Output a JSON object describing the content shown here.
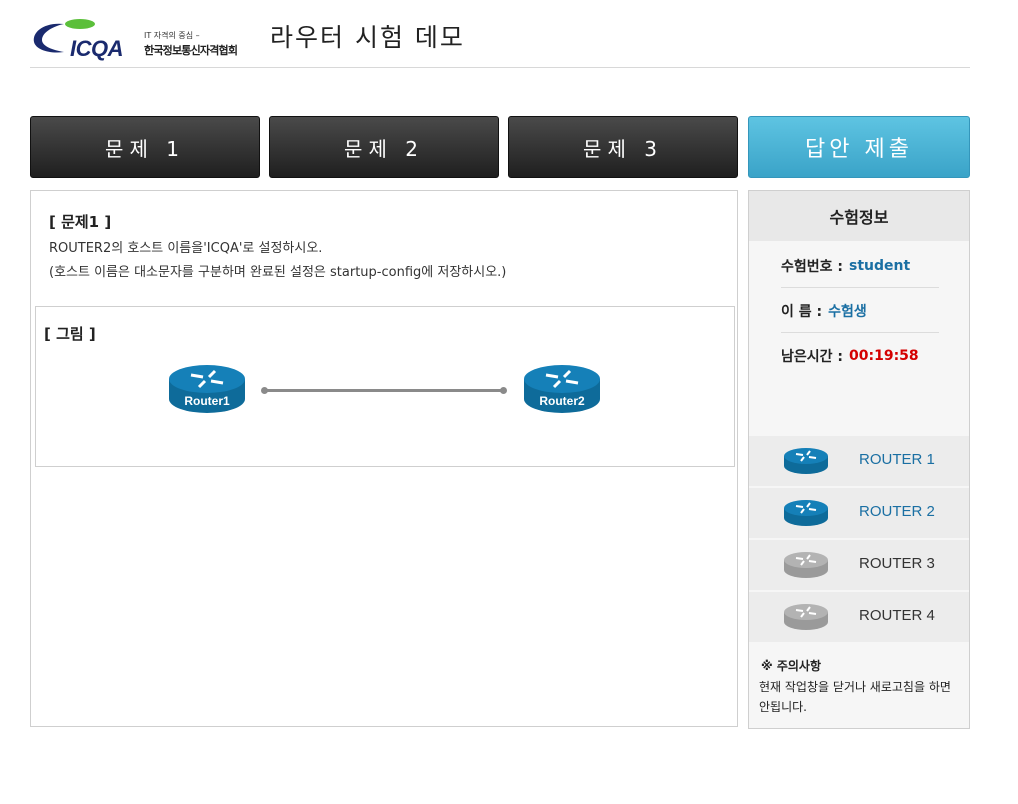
{
  "header": {
    "logo_word": "ICQA",
    "logo_tagline": "IT 자격의 중심 –",
    "logo_org": "한국정보통신자격협회",
    "page_title": "라우터 시험 데모"
  },
  "tabs": [
    {
      "label": "문제 1"
    },
    {
      "label": "문제 2"
    },
    {
      "label": "문제 3"
    }
  ],
  "submit_label": "답안 제출",
  "question": {
    "title": "[ 문제1 ]",
    "line1": "ROUTER2의 호스트 이름을'ICQA'로 설정하시오.",
    "line2": "(호스트 이름은 대소문자를 구분하며 완료된 설정은 startup-config에 저장하시오.)"
  },
  "figure": {
    "label": "[ 그림 ]",
    "router1": "Router1",
    "router2": "Router2"
  },
  "side": {
    "title": "수험정보",
    "id_label": "수험번호 :",
    "id_value": "student",
    "name_label": "이 름 :",
    "name_value": "수험생",
    "time_label": "남은시간 :",
    "time_value": "00:19:58",
    "routers": [
      {
        "label": "ROUTER 1",
        "state": "active"
      },
      {
        "label": "ROUTER 2",
        "state": "active"
      },
      {
        "label": "ROUTER 3",
        "state": "inactive"
      },
      {
        "label": "ROUTER 4",
        "state": "inactive"
      }
    ],
    "note_title": "※ 주의사항",
    "note_body": "현재 작업창을 닫거나 새로고침을 하면 안됩니다."
  },
  "colors": {
    "accent_blue": "#1a6fa3",
    "router_blue": "#0e6b9a",
    "router_gray": "#a9a9a9",
    "timer_red": "#d40000",
    "submit_bg": "#4db5da"
  }
}
